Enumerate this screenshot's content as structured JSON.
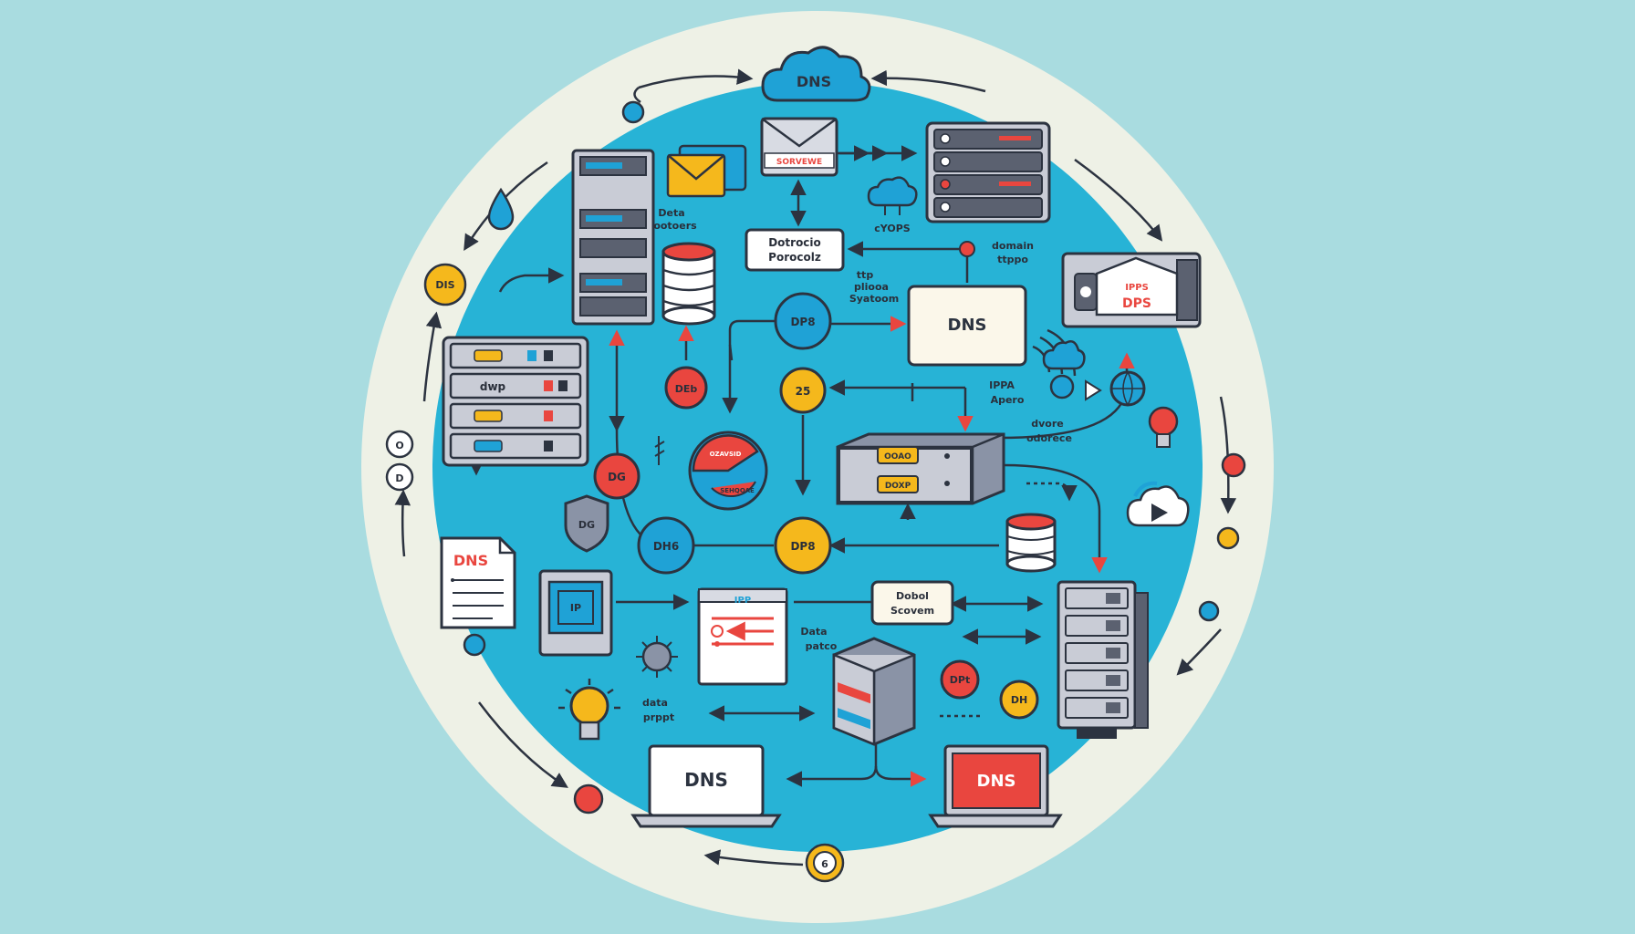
{
  "colors": {
    "background": "#a9dce0",
    "outer_ring": "#eef1e6",
    "inner_disc": "#27b3d6",
    "outline": "#2c3340",
    "red": "#e9463f",
    "yellow": "#f5b81c",
    "blue": "#1fa2d6",
    "server_grey": "#c9ccd6"
  },
  "top_cloud": {
    "label": "DNS"
  },
  "envelope_box": {
    "label": "SORVEWE"
  },
  "labels": {
    "data_services": [
      "Deta",
      "ootoers"
    ],
    "protocol_box": [
      "Dotrocio",
      "Porocolz"
    ],
    "cloud_ops": "cYOPS",
    "domain": [
      "domain",
      "ttppo"
    ],
    "ip_system": [
      "ttp",
      "pliooa",
      "Syatoom"
    ],
    "ippa": [
      "IPPA",
      "Apero"
    ],
    "device_address": [
      "dvore",
      "odorece"
    ],
    "domain_system": [
      "Dobol",
      "Scovem"
    ],
    "data_patco": [
      "Data",
      "patco"
    ],
    "data_prppt": [
      "data",
      "prppt"
    ]
  },
  "boxes": {
    "dns_center": "DNS",
    "dns_document": "DNS",
    "dns_laptop_left": "DNS",
    "dns_laptop_right": "DNS",
    "ip_monitor": "IP",
    "ipp_document": "IPP",
    "firewall_top": "IPPS",
    "firewall_bottom": "DPS",
    "switch_top": "OOAO",
    "switch_bottom": "DOXP"
  },
  "nodes": {
    "dp8": "DP8",
    "n25": "25",
    "deb": "DEb",
    "dg": "DG",
    "dh6": "DH6",
    "dp8_lower": "DP8",
    "dpt": "DPt",
    "dh": "DH",
    "dhp_server": "dwp",
    "shield": "DG"
  },
  "ring_badges": {
    "left_top": "DIS",
    "left_mid_1": "O",
    "left_mid_2": "D",
    "bottom": "6"
  },
  "gauge": {
    "top_text": "OZAVSID",
    "bottom_text": "SEHQOAE"
  }
}
